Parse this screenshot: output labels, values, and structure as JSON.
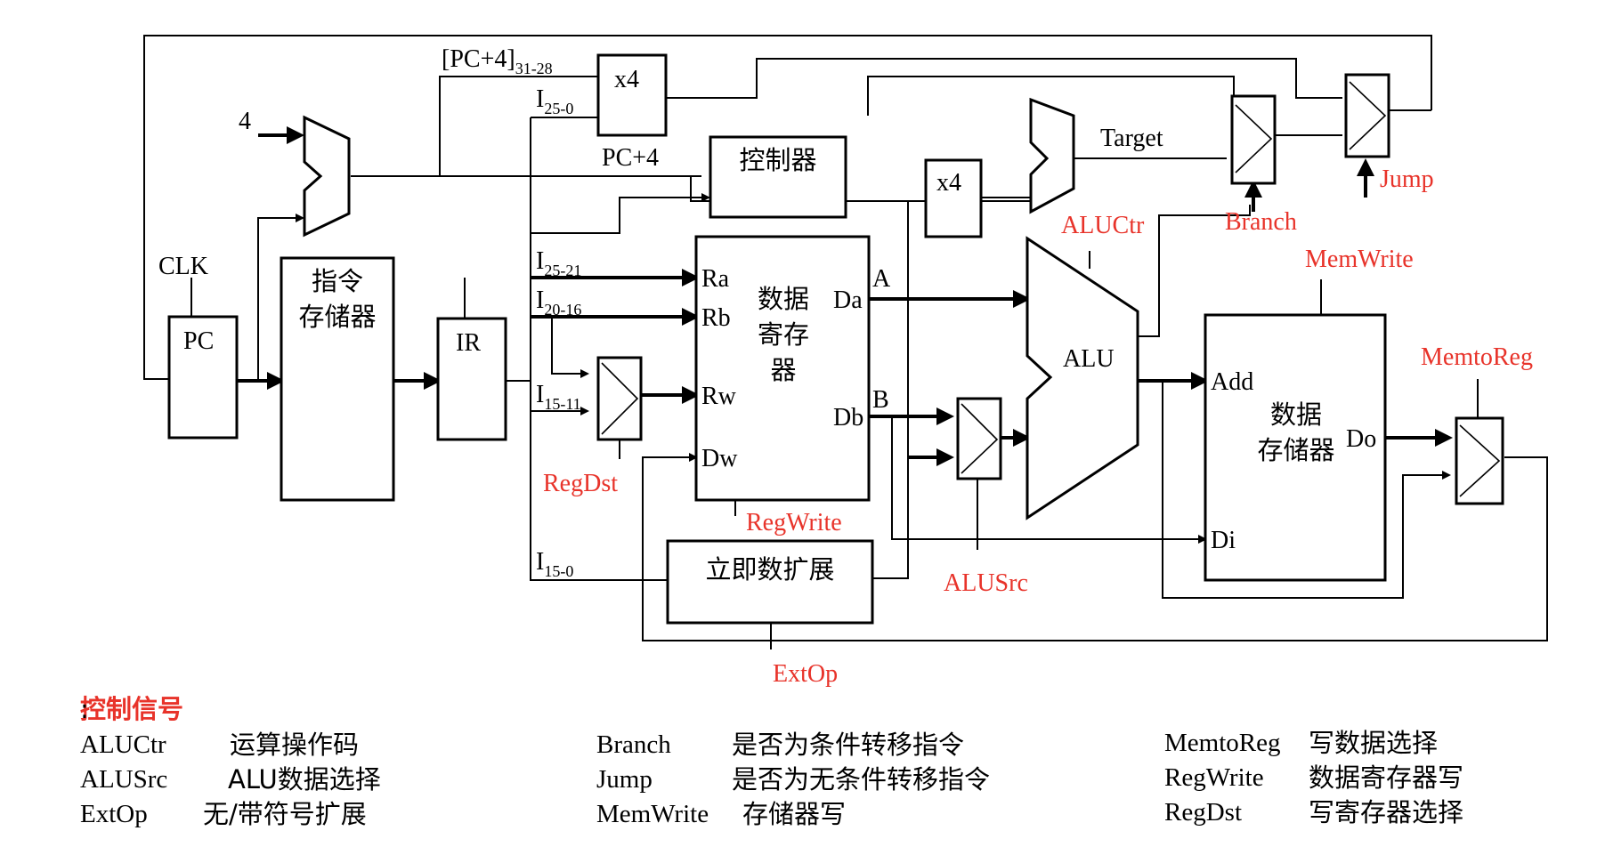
{
  "colors": {
    "signal": "#e8332a",
    "line": "#000000",
    "background": "#ffffff"
  },
  "blocks": {
    "pc": "PC",
    "clk": "CLK",
    "inst_mem": [
      "指令",
      "存储器"
    ],
    "ir": "IR",
    "controller": "控制器",
    "reg_file": [
      "数据",
      "寄存",
      "器"
    ],
    "ext": "立即数扩展",
    "alu": "ALU",
    "data_mem": [
      "数据",
      "存储器"
    ],
    "shift_jump": "x4",
    "shift_branch": "x4",
    "const4": "4",
    "pc4": "PC+4",
    "target": "Target"
  },
  "ports": {
    "ra": "Ra",
    "rb": "Rb",
    "rw": "Rw",
    "dw": "Dw",
    "da": "Da",
    "db": "Db",
    "a": "A",
    "b": "B",
    "add": "Add",
    "di": "Di",
    "do": "Do"
  },
  "fields": {
    "pc4_bits": {
      "main": "[PC+4]",
      "sub": "31-28"
    },
    "i25_0": {
      "main": "I",
      "sub": "25-0"
    },
    "i25_21": {
      "main": "I",
      "sub": "25-21"
    },
    "i20_16": {
      "main": "I",
      "sub": "20-16"
    },
    "i15_11": {
      "main": "I",
      "sub": "15-11"
    },
    "i15_0": {
      "main": "I",
      "sub": "15-0"
    }
  },
  "signals": {
    "alu_ctr": "ALUCtr",
    "branch": "Branch",
    "jump": "Jump",
    "mem_write": "MemWrite",
    "memto_reg": "MemtoReg",
    "reg_dst": "RegDst",
    "reg_write": "RegWrite",
    "alu_src": "ALUSrc",
    "ext_op": "ExtOp"
  },
  "legend": {
    "title": "控制信号",
    "colon": ":",
    "items": [
      {
        "name": "ALUCtr",
        "desc": "运算操作码"
      },
      {
        "name": "ALUSrc",
        "desc": "ALU数据选择"
      },
      {
        "name": "ExtOp",
        "desc": "无/带符号扩展"
      },
      {
        "name": "Branch",
        "desc": "是否为条件转移指令"
      },
      {
        "name": "Jump",
        "desc": "是否为无条件转移指令"
      },
      {
        "name": "MemWrite",
        "desc": "存储器写"
      },
      {
        "name": "MemtoReg",
        "desc": "写数据选择"
      },
      {
        "name": "RegWrite",
        "desc": "数据寄存器写"
      },
      {
        "name": "RegDst",
        "desc": "写寄存器选择"
      }
    ]
  }
}
